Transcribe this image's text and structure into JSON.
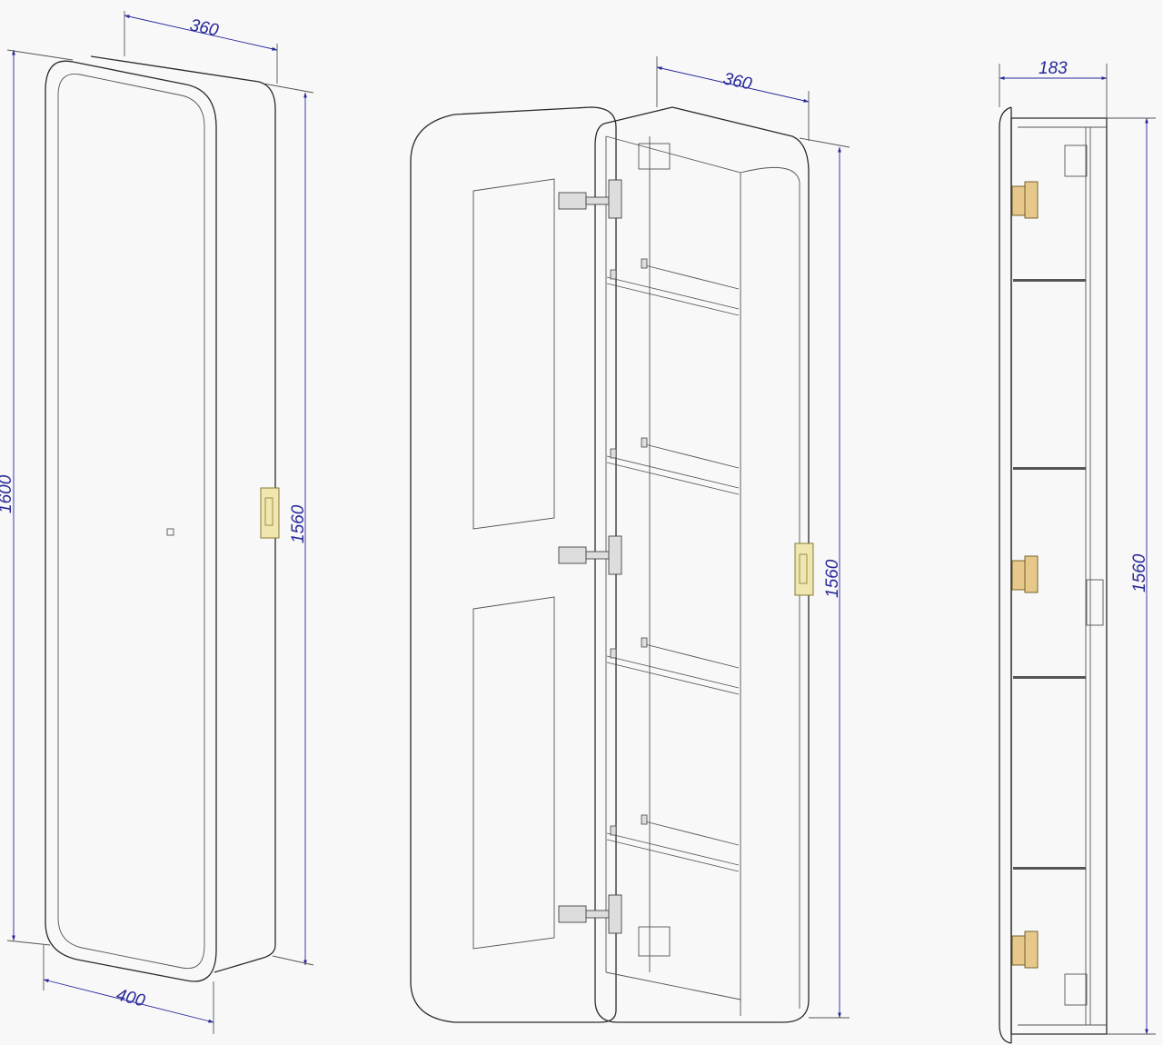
{
  "title": "Mirror cabinet technical drawing",
  "colors": {
    "dimension": "#27279a",
    "outline": "#2b2b2b",
    "handle": "#efe6b0",
    "hinge_side": "#e6c98a",
    "background": "#f8f8f8"
  },
  "views": {
    "closed": {
      "depth_label": "360",
      "total_height_label": "1600",
      "body_height_label": "1560",
      "width_label": "400"
    },
    "open": {
      "depth_label": "360",
      "body_height_label": "1560"
    },
    "side": {
      "depth_label": "183",
      "body_height_label": "1560"
    }
  }
}
